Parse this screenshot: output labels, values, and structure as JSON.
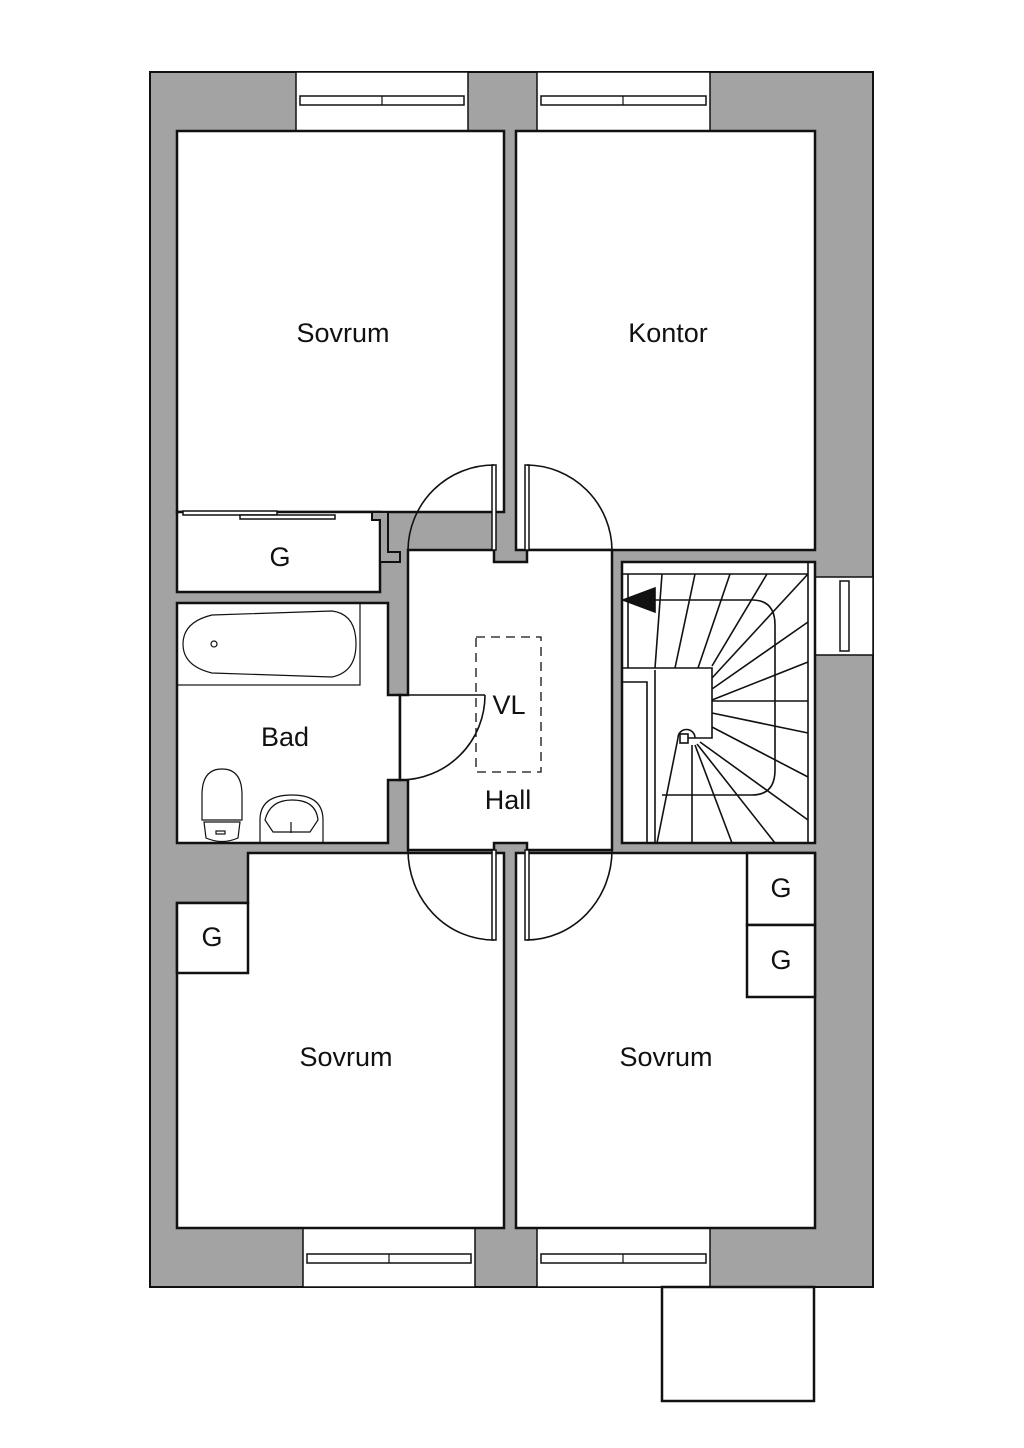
{
  "rooms": {
    "bedroom_top_left": "Sovrum",
    "office": "Kontor",
    "closet_top": "G",
    "bathroom": "Bad",
    "laundry_marker": "VL",
    "hall": "Hall",
    "bedroom_bottom_left": "Sovrum",
    "bedroom_bottom_right": "Sovrum",
    "closet_bottom_left": "G",
    "closet_bottom_right_1": "G",
    "closet_bottom_right_2": "G"
  },
  "colors": {
    "wall": "#a3a3a3",
    "line": "#111111"
  }
}
